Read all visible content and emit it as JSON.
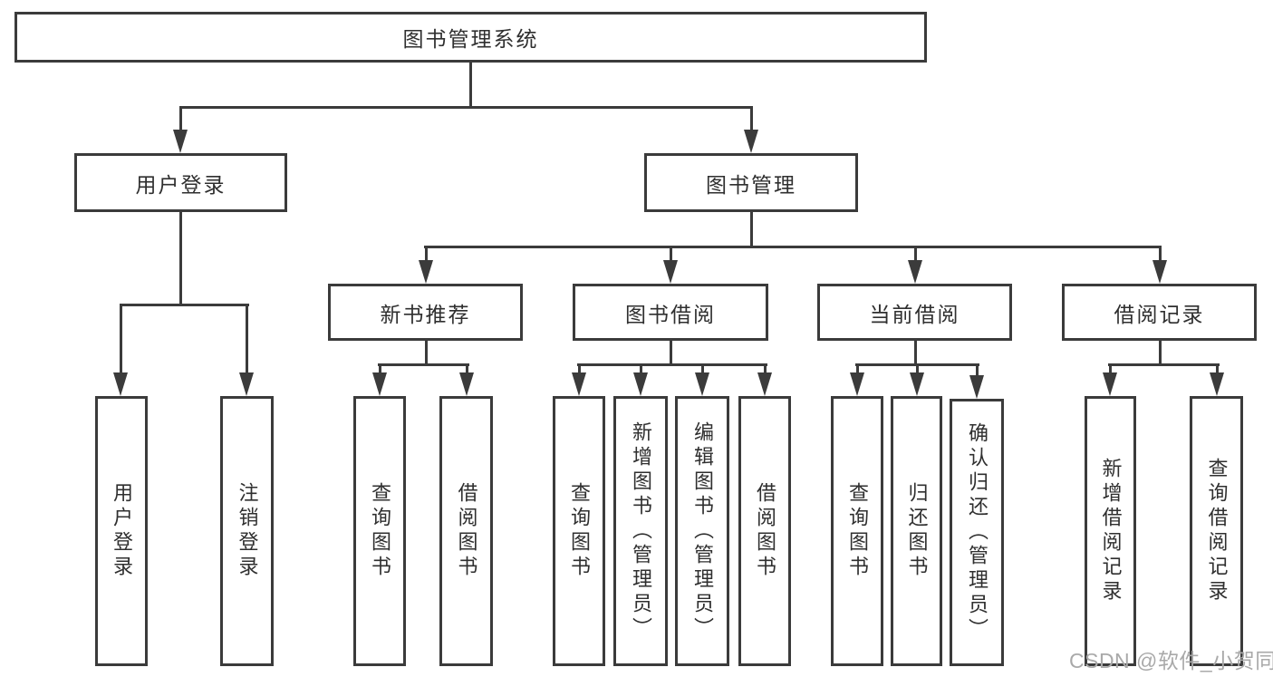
{
  "tree": {
    "label": "图书管理系统",
    "children": [
      {
        "label": "用户登录",
        "children": [
          {
            "label": "用户登录"
          },
          {
            "label": "注销登录"
          }
        ]
      },
      {
        "label": "图书管理",
        "children": [
          {
            "label": "新书推荐",
            "children": [
              {
                "label": "查询图书"
              },
              {
                "label": "借阅图书"
              }
            ]
          },
          {
            "label": "图书借阅",
            "children": [
              {
                "label": "查询图书"
              },
              {
                "label": "新增图书（管理员）"
              },
              {
                "label": "编辑图书（管理员）"
              },
              {
                "label": "借阅图书"
              }
            ]
          },
          {
            "label": "当前借阅",
            "children": [
              {
                "label": "查询图书"
              },
              {
                "label": "归还图书"
              },
              {
                "label": "确认归还（管理员）"
              }
            ]
          },
          {
            "label": "借阅记录",
            "children": [
              {
                "label": "新增借阅记录"
              },
              {
                "label": "查询借阅记录"
              }
            ]
          }
        ]
      }
    ]
  },
  "watermark": "CSDN @软件_小贺同学",
  "colors": {
    "line": "#3b3b3b",
    "text": "#2f2f2f",
    "watermark": "#a9a9a9",
    "background": "#ffffff"
  }
}
